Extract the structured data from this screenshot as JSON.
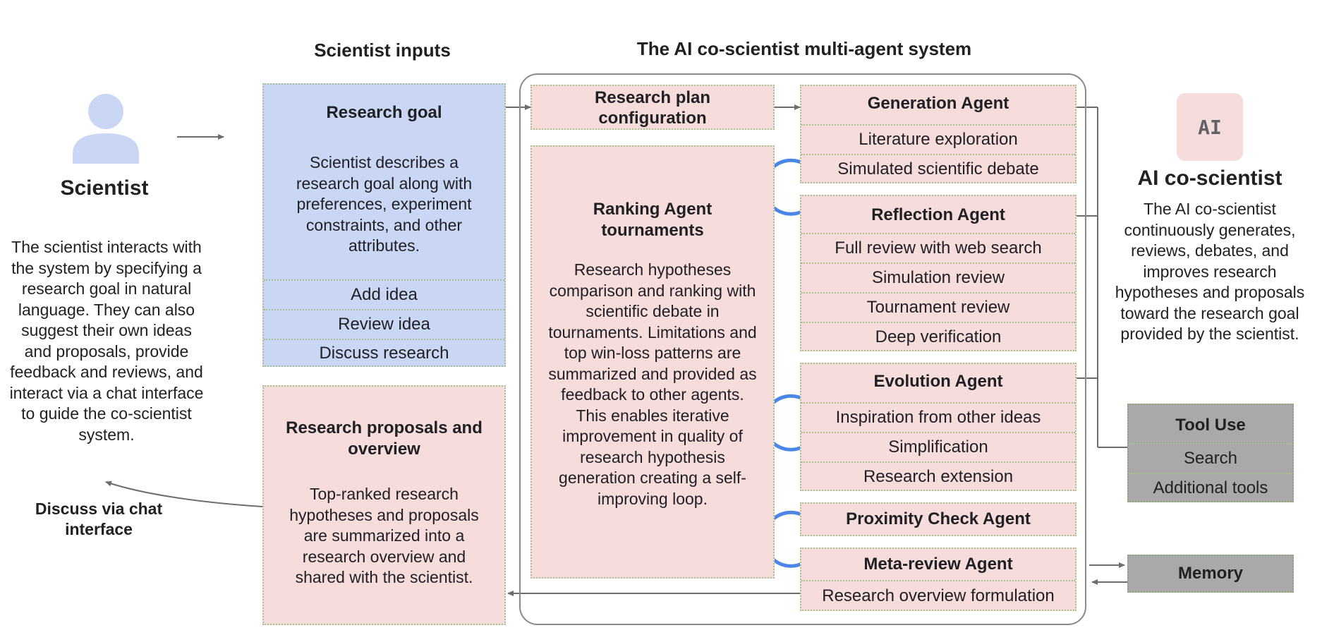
{
  "titles": {
    "scientist_inputs": "Scientist inputs",
    "system": "The AI co-scientist multi-agent system"
  },
  "scientist": {
    "label": "Scientist",
    "description": "The scientist interacts with the system by specifying a research goal in natural language. They can also suggest their own ideas and proposals, provide feedback and reviews, and interact via a chat interface to guide the co-scientist system.",
    "chat_label": "Discuss via chat interface"
  },
  "research_goal": {
    "title": "Research goal",
    "description": "Scientist describes a research goal along with preferences, experiment constraints, and other attributes.",
    "items": [
      "Add idea",
      "Review idea",
      "Discuss research"
    ]
  },
  "proposals": {
    "title": "Research proposals and overview",
    "description": "Top-ranked research hypotheses and proposals are summarized into a research overview and shared with the scientist."
  },
  "plan_config": {
    "title": "Research plan configuration"
  },
  "ranking": {
    "title": "Ranking Agent tournaments",
    "description": "Research hypotheses comparison and ranking with scientific debate in tournaments. Limitations and top win-loss patterns are summarized and provided as feedback to other agents. This enables iterative improvement in quality of research hypothesis generation creating a self-improving  loop."
  },
  "agents": {
    "generation": {
      "title": "Generation Agent",
      "items": [
        "Literature exploration",
        "Simulated scientific debate"
      ]
    },
    "reflection": {
      "title": "Reflection Agent",
      "items": [
        "Full review with web search",
        "Simulation review",
        "Tournament review",
        "Deep verification"
      ]
    },
    "evolution": {
      "title": "Evolution Agent",
      "items": [
        "Inspiration from other ideas",
        "Simplification",
        "Research extension"
      ]
    },
    "proximity": {
      "title": "Proximity Check Agent"
    },
    "meta_review": {
      "title": "Meta-review Agent",
      "items": [
        "Research overview formulation"
      ]
    }
  },
  "ai": {
    "badge": "AI",
    "title": "AI co-scientist",
    "description": "The AI co-scientist continuously generates, reviews, debates, and improves research hypotheses and proposals toward the research goal provided by the scientist."
  },
  "tools": {
    "title": "Tool Use",
    "items": [
      "Search",
      "Additional tools"
    ]
  },
  "memory": {
    "title": "Memory"
  },
  "colors": {
    "input_blue": "#c9d7f5",
    "agent_pink": "#f6dcda",
    "tool_gray": "#a9a9a9",
    "loop_blue": "#4a86e8",
    "person_blue": "#c9d7f5"
  }
}
